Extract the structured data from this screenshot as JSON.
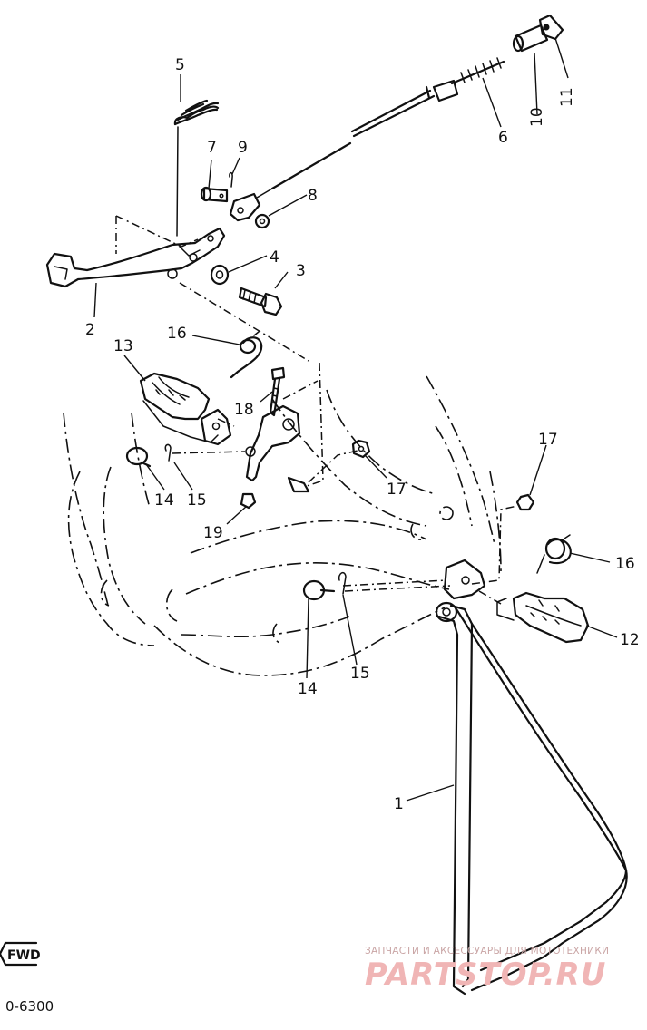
{
  "diagram": {
    "callouts": [
      {
        "id": "c1",
        "label": "1"
      },
      {
        "id": "c2",
        "label": "2"
      },
      {
        "id": "c3",
        "label": "3"
      },
      {
        "id": "c4",
        "label": "4"
      },
      {
        "id": "c5",
        "label": "5"
      },
      {
        "id": "c6",
        "label": "6"
      },
      {
        "id": "c7",
        "label": "7"
      },
      {
        "id": "c8",
        "label": "8"
      },
      {
        "id": "c9",
        "label": "9"
      },
      {
        "id": "c10",
        "label": "10"
      },
      {
        "id": "c11",
        "label": "11"
      },
      {
        "id": "c12",
        "label": "12"
      },
      {
        "id": "c13",
        "label": "13"
      },
      {
        "id": "c14a",
        "label": "14"
      },
      {
        "id": "c14b",
        "label": "14"
      },
      {
        "id": "c15a",
        "label": "15"
      },
      {
        "id": "c15b",
        "label": "15"
      },
      {
        "id": "c16a",
        "label": "16"
      },
      {
        "id": "c16b",
        "label": "16"
      },
      {
        "id": "c17a",
        "label": "17"
      },
      {
        "id": "c17b",
        "label": "17"
      },
      {
        "id": "c18",
        "label": "18"
      },
      {
        "id": "c19",
        "label": "19"
      }
    ],
    "fwd_label": "FWD",
    "figure_code": "0-6300"
  },
  "watermark": {
    "tagline": "ЗАПЧАСТИ И АКСЕССУАРЫ ДЛЯ МОТОТЕХНИКИ",
    "brand": "PARTSTOP.RU",
    "color": "#f0b5b5"
  }
}
